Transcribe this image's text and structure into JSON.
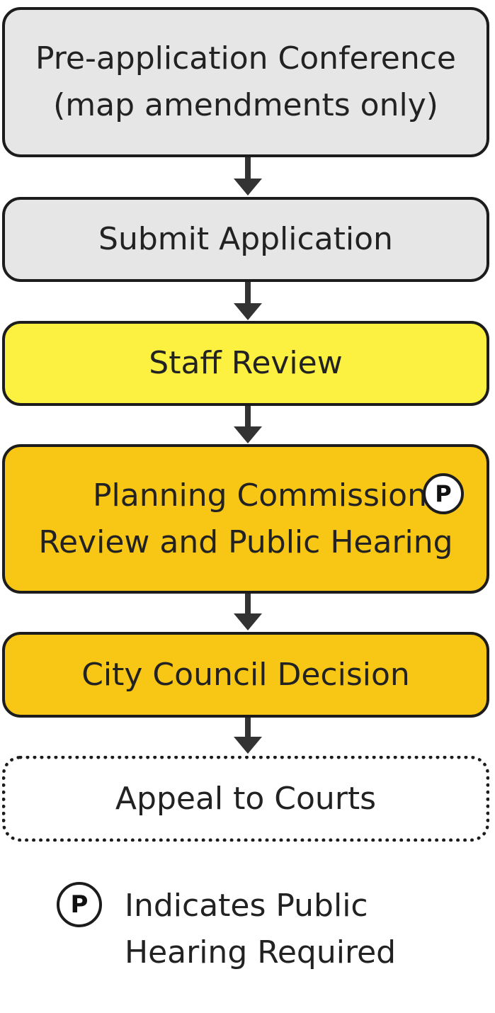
{
  "steps": [
    {
      "lines": [
        "Pre-application Conference",
        "(map amendments only)"
      ]
    },
    {
      "lines": [
        "Submit Application"
      ]
    },
    {
      "lines": [
        "Staff Review"
      ]
    },
    {
      "lines": [
        "Planning Commission",
        "Review and Public Hearing"
      ],
      "badge": "P"
    },
    {
      "lines": [
        "City Council Decision"
      ]
    },
    {
      "lines": [
        "Appeal to Courts"
      ]
    }
  ],
  "legend": {
    "badge": "P",
    "lines": [
      "Indicates Public",
      "Hearing Required"
    ]
  },
  "colors": {
    "gray": "#e6e6e6",
    "yellow": "#fcf041",
    "gold": "#f8c715",
    "outline": "#1c1c1c",
    "arrow": "#333333"
  }
}
